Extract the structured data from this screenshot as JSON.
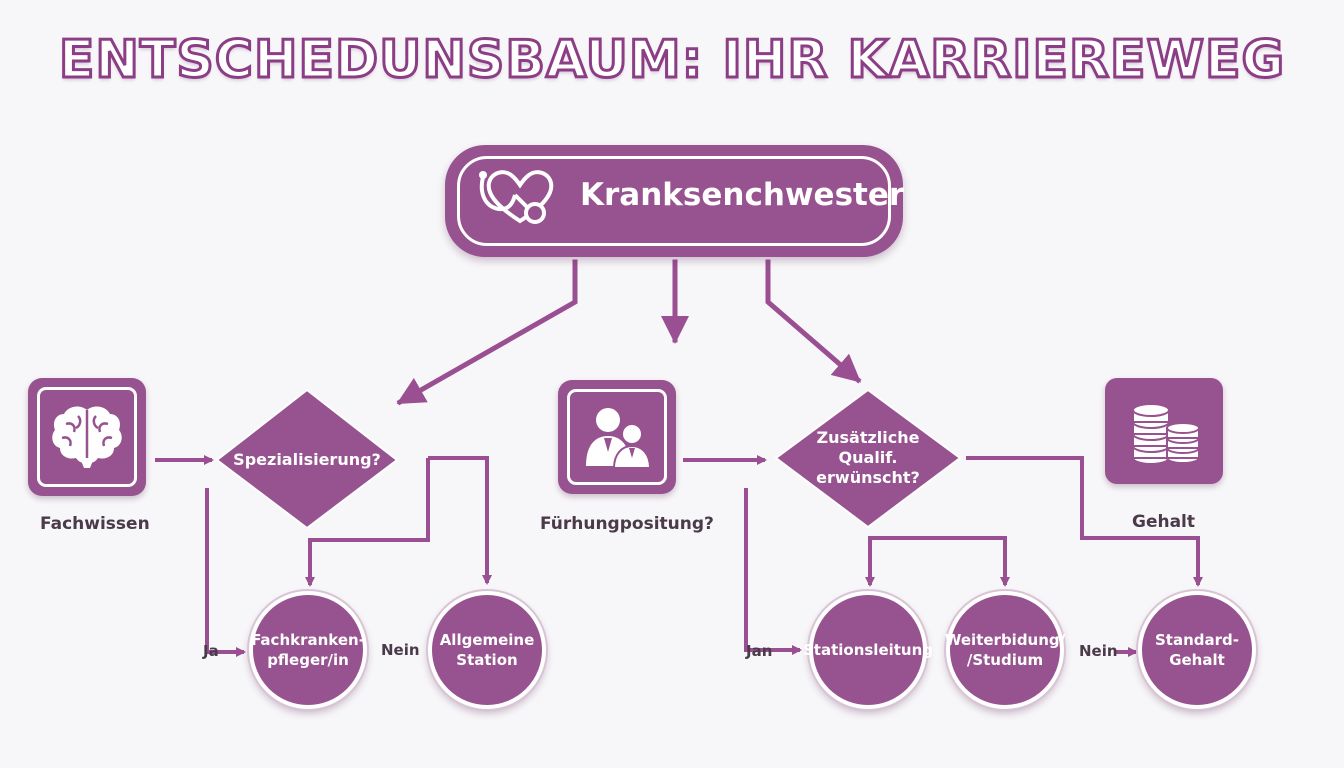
{
  "title": "ENTSCHEDUNSBAUM: IHR KARRIEREWEG",
  "root": {
    "label": "Kranksenchwester",
    "icon": "stethoscope-heart-icon"
  },
  "left_branch": {
    "icon_caption": "Fachwissen",
    "icon": "brain-icon",
    "decision": "Spezialisierung?",
    "yes_label": "Ja",
    "no_label": "Nein",
    "outcome_yes": "Fachkranken-\npfleger/in",
    "outcome_no": "Allgemeine\nStation"
  },
  "right_branch": {
    "icon_caption": "Fürhungpositung?",
    "icon": "people-icon",
    "decision": "Zusätzliche\nQualif.\nerwünscht?",
    "yes_label": "Jan",
    "no_label": "Nein",
    "outcome_1": "Stationsleitung",
    "outcome_2": "Weiterbidung/\n/Studium",
    "outcome_3": "Standard-\nGehalt",
    "salary_caption": "Gehalt",
    "salary_icon": "coins-stack-icon"
  },
  "colors": {
    "primary": "#97538f",
    "line": "#9a4f92",
    "text": "#4a3a4a"
  }
}
